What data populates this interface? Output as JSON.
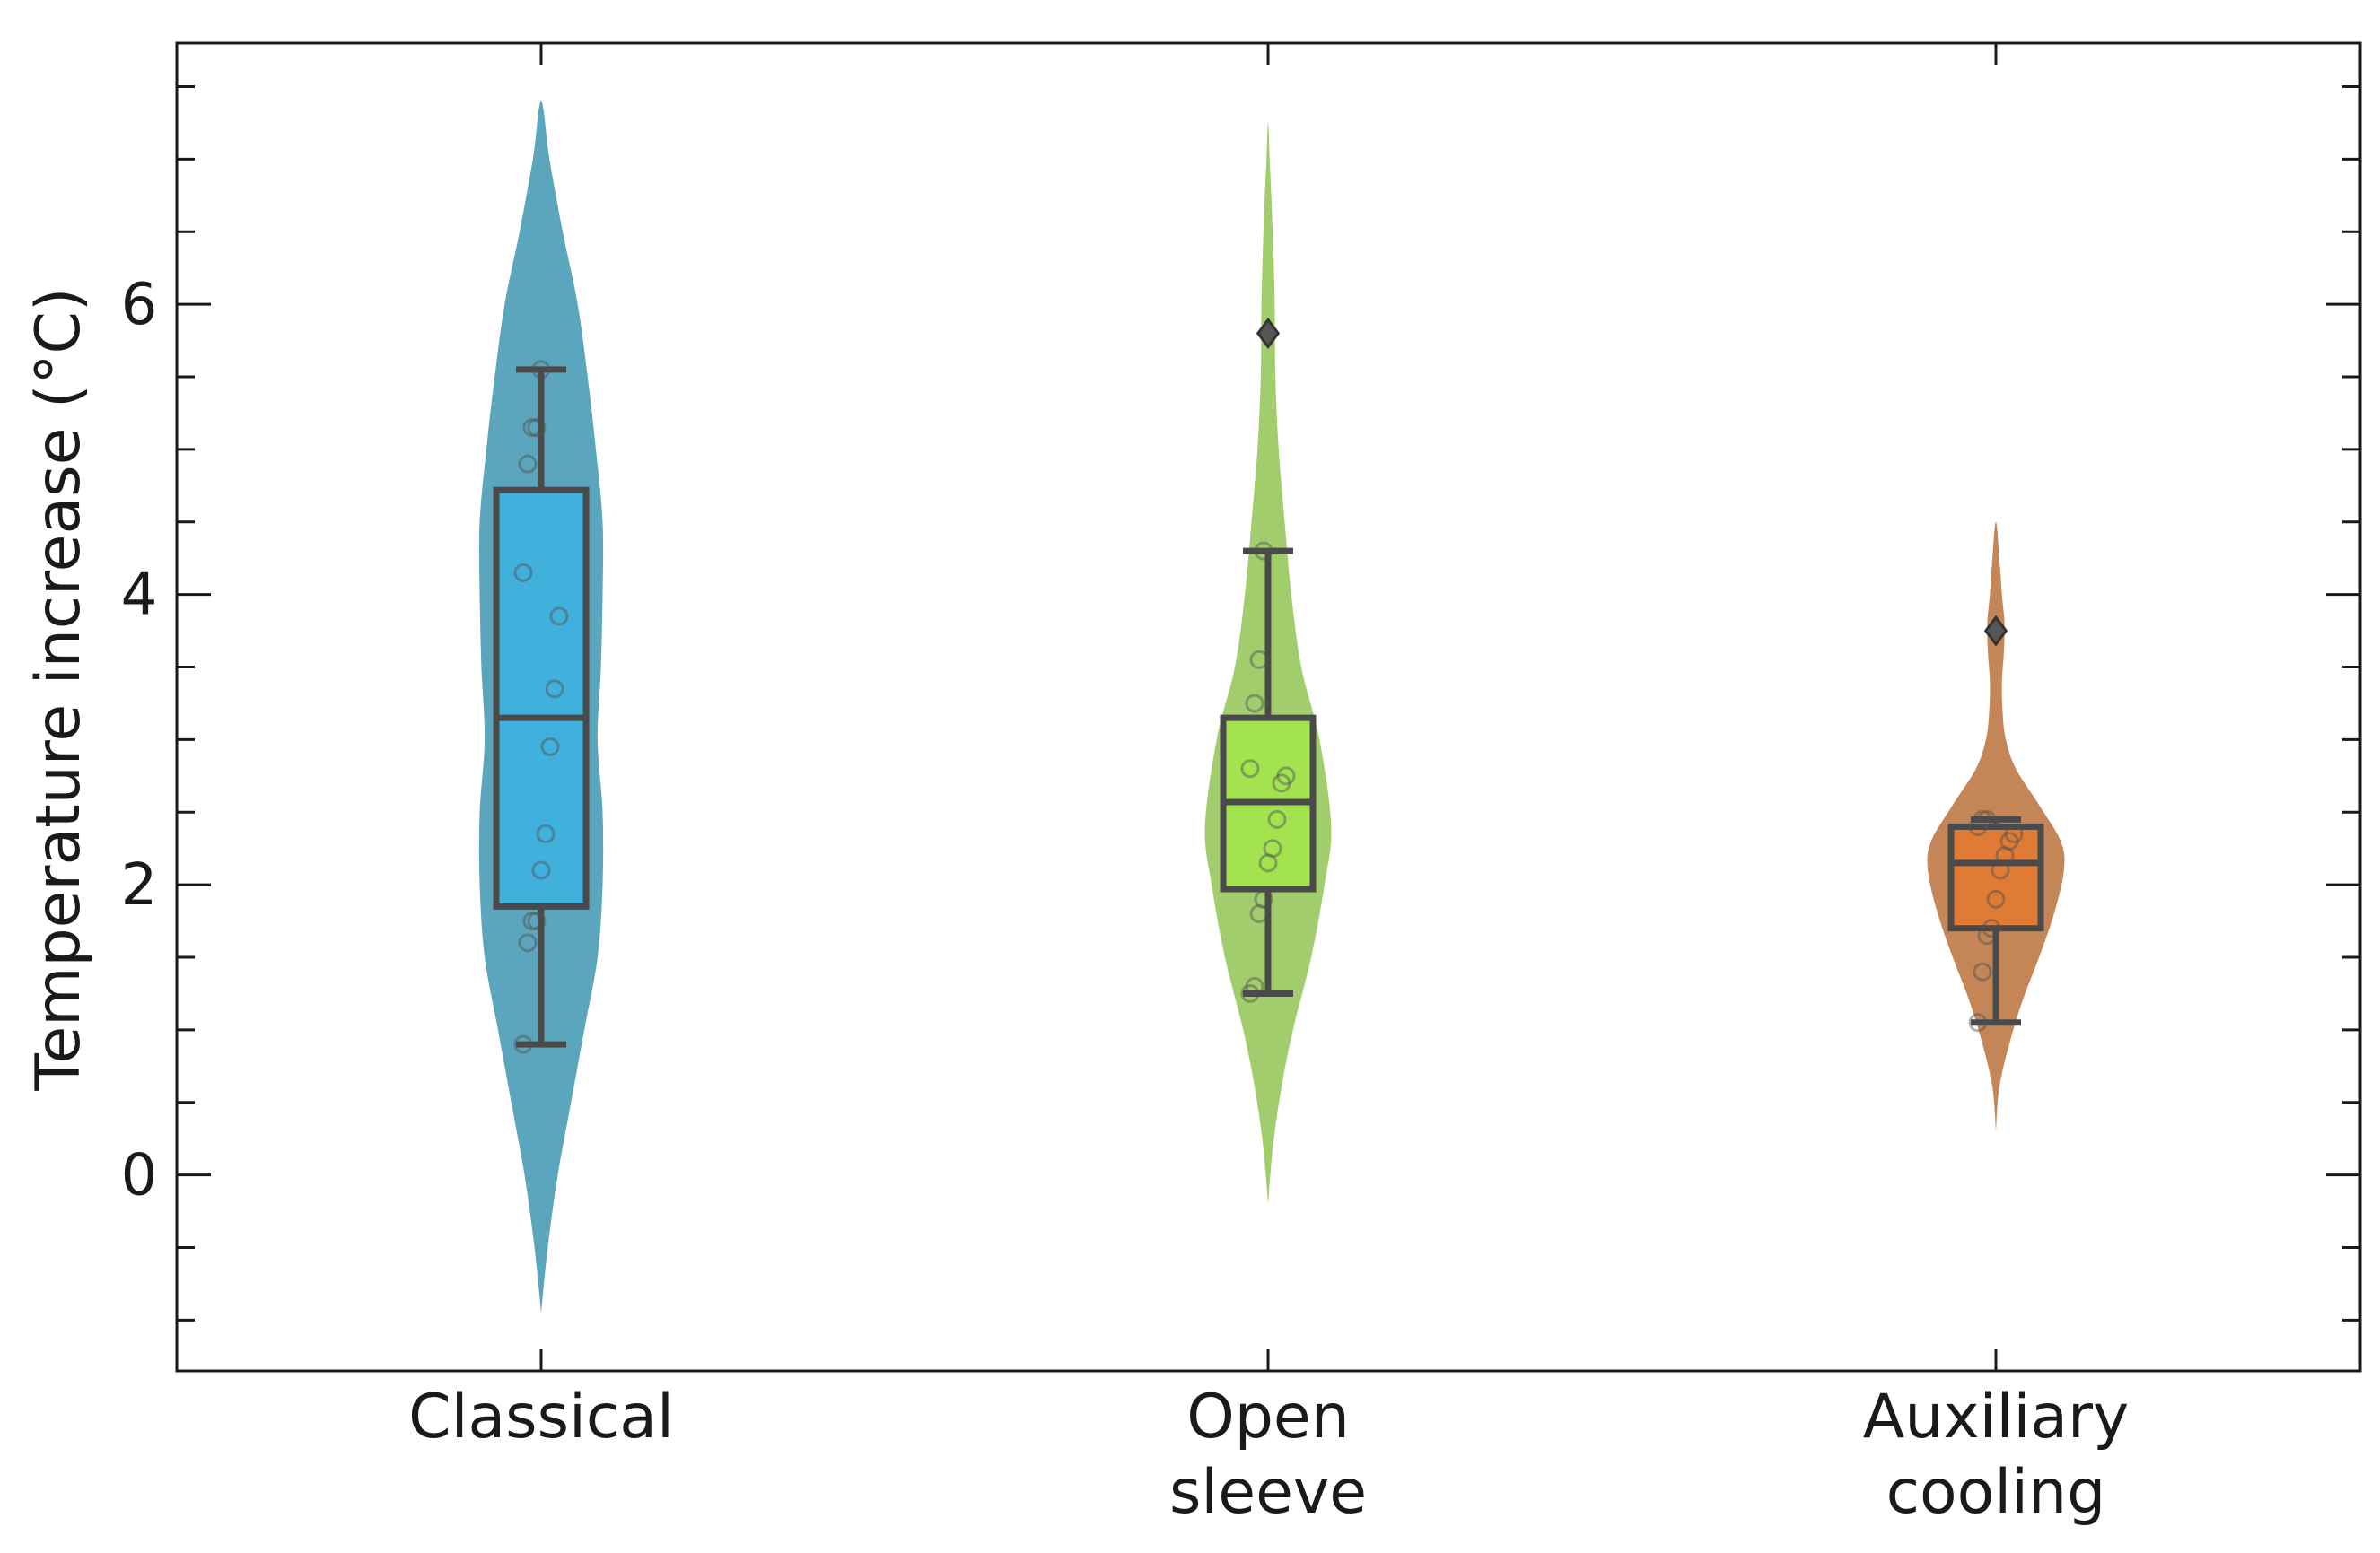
{
  "chart_data": {
    "type": "violin",
    "title": "",
    "xlabel": "",
    "ylabel": "Temperature increase (°C)",
    "ylim": [
      -1.35,
      7.8
    ],
    "y_ticks": [
      0,
      2,
      4,
      6
    ],
    "y_minor_step": 0.5,
    "grid": false,
    "categories": [
      {
        "line1": "Classical",
        "line2": ""
      },
      {
        "line1": "Open",
        "line2": "sleeve"
      },
      {
        "line1": "Auxiliary",
        "line2": "cooling"
      }
    ],
    "groups": [
      {
        "violin_color": "#5ba5bd",
        "box_color": "#3fb1dc",
        "violin_profile": [
          [
            -0.95,
            0.0
          ],
          [
            -0.5,
            0.02
          ],
          [
            0.0,
            0.05
          ],
          [
            0.5,
            0.09
          ],
          [
            1.0,
            0.13
          ],
          [
            1.5,
            0.17
          ],
          [
            2.0,
            0.185
          ],
          [
            2.5,
            0.185
          ],
          [
            3.0,
            0.17
          ],
          [
            3.5,
            0.18
          ],
          [
            4.0,
            0.185
          ],
          [
            4.5,
            0.185
          ],
          [
            5.0,
            0.165
          ],
          [
            5.5,
            0.14
          ],
          [
            6.0,
            0.11
          ],
          [
            6.5,
            0.065
          ],
          [
            7.0,
            0.025
          ],
          [
            7.4,
            0.0
          ]
        ],
        "box": {
          "whisker_low": 0.9,
          "q1": 1.85,
          "median": 3.15,
          "q3": 4.72,
          "whisker_high": 5.55
        },
        "points": [
          0.9,
          1.6,
          1.75,
          1.75,
          2.1,
          2.35,
          2.95,
          3.35,
          3.85,
          4.15,
          4.9,
          5.15,
          5.15,
          5.55
        ],
        "outliers": []
      },
      {
        "violin_color": "#a2cd6c",
        "box_color": "#a3e350",
        "violin_profile": [
          [
            -0.2,
            0.0
          ],
          [
            0.2,
            0.015
          ],
          [
            0.6,
            0.04
          ],
          [
            1.0,
            0.075
          ],
          [
            1.5,
            0.13
          ],
          [
            2.0,
            0.17
          ],
          [
            2.4,
            0.19
          ],
          [
            3.0,
            0.155
          ],
          [
            3.5,
            0.1
          ],
          [
            4.0,
            0.07
          ],
          [
            4.5,
            0.05
          ],
          [
            5.0,
            0.032
          ],
          [
            5.5,
            0.022
          ],
          [
            6.0,
            0.02
          ],
          [
            6.5,
            0.014
          ],
          [
            7.0,
            0.005
          ],
          [
            7.25,
            0.0
          ]
        ],
        "box": {
          "whisker_low": 1.25,
          "q1": 1.97,
          "median": 2.57,
          "q3": 3.15,
          "whisker_high": 4.3
        },
        "points": [
          1.25,
          1.3,
          1.8,
          1.9,
          2.15,
          2.25,
          2.45,
          2.7,
          2.75,
          2.8,
          3.25,
          3.55,
          4.3
        ],
        "outliers": [
          5.8
        ]
      },
      {
        "violin_color": "#c48657",
        "box_color": "#e07b35",
        "violin_profile": [
          [
            0.3,
            0.0
          ],
          [
            0.6,
            0.01
          ],
          [
            0.9,
            0.04
          ],
          [
            1.2,
            0.08
          ],
          [
            1.5,
            0.13
          ],
          [
            1.8,
            0.175
          ],
          [
            2.1,
            0.205
          ],
          [
            2.3,
            0.195
          ],
          [
            2.55,
            0.13
          ],
          [
            2.8,
            0.06
          ],
          [
            3.0,
            0.03
          ],
          [
            3.2,
            0.02
          ],
          [
            3.4,
            0.018
          ],
          [
            3.6,
            0.024
          ],
          [
            3.8,
            0.026
          ],
          [
            4.0,
            0.018
          ],
          [
            4.2,
            0.012
          ],
          [
            4.5,
            0.0
          ]
        ],
        "box": {
          "whisker_low": 1.05,
          "q1": 1.7,
          "median": 2.15,
          "q3": 2.4,
          "whisker_high": 2.45
        },
        "points": [
          1.05,
          1.4,
          1.65,
          1.7,
          1.9,
          2.1,
          2.2,
          2.3,
          2.35,
          2.4,
          2.45,
          2.45
        ],
        "outliers": [
          3.75
        ]
      }
    ]
  }
}
